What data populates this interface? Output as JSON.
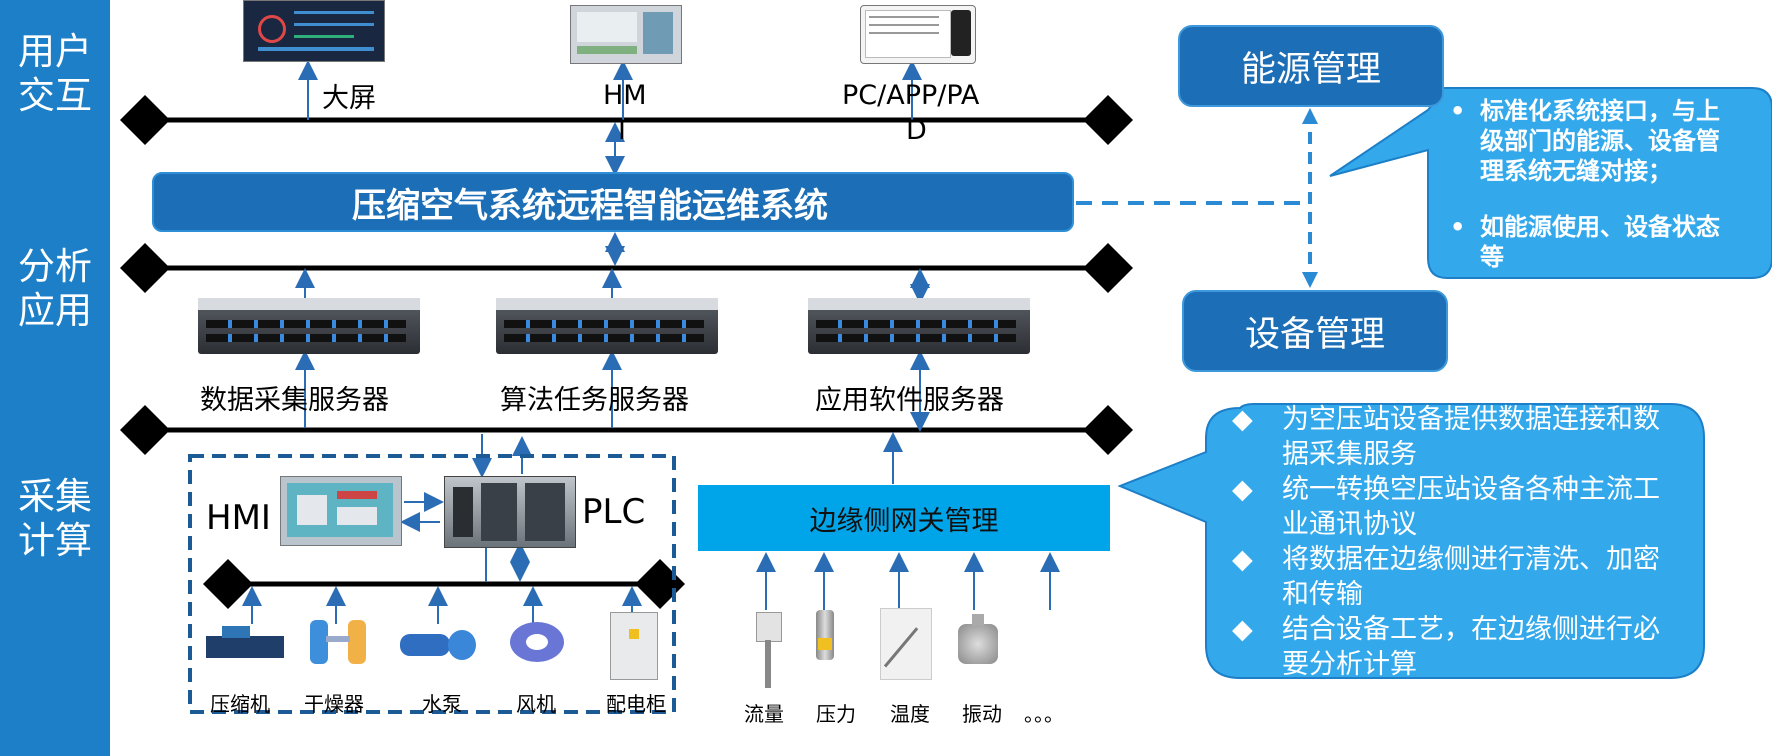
{
  "left_band": {
    "user_interaction": "用户交互",
    "analysis_application": "分析应用",
    "collection_computing": "采集计算"
  },
  "top_devices": {
    "big_screen": "大屏",
    "hmi": "HM",
    "hmi_cont": "I",
    "pc_app_pad": "PC/APP/PA",
    "pc_app_pad_cont": "D"
  },
  "main_system": "压缩空气系统远程智能运维系统",
  "servers": {
    "data_collection": "数据采集服务器",
    "algorithm_task": "算法任务服务器",
    "application_software": "应用软件服务器"
  },
  "local_control": {
    "hmi": "HMI",
    "plc": "PLC",
    "equipment": [
      "压缩机",
      "干燥器",
      "水泵",
      "风机",
      "配电柜"
    ]
  },
  "edge_gateway": "边缘侧网关管理",
  "sensors": [
    "流量",
    "压力",
    "温度",
    "振动",
    "。。。"
  ],
  "right_boxes": {
    "energy_management": "能源管理",
    "device_management": "设备管理"
  },
  "top_bubble": {
    "bullets": [
      "标准化系统接口，与上级部门的能源、设备管理系统无缝对接；",
      "如能源使用、设备状态等"
    ]
  },
  "bottom_bubble": {
    "bullets": [
      "为空压站设备提供数据连接和数据采集服务",
      "统一转换空压站设备各种主流工业通讯协议",
      "将数据在边缘侧进行清洗、加密和传输",
      "结合设备工艺，在边缘侧进行必要分析计算"
    ]
  },
  "colors": {
    "band": "#1c7fc7",
    "system_box": "#1c6fb7",
    "gateway": "#00a4e8",
    "bubble": "#33a9ec",
    "arrow": "#2a6db4"
  }
}
